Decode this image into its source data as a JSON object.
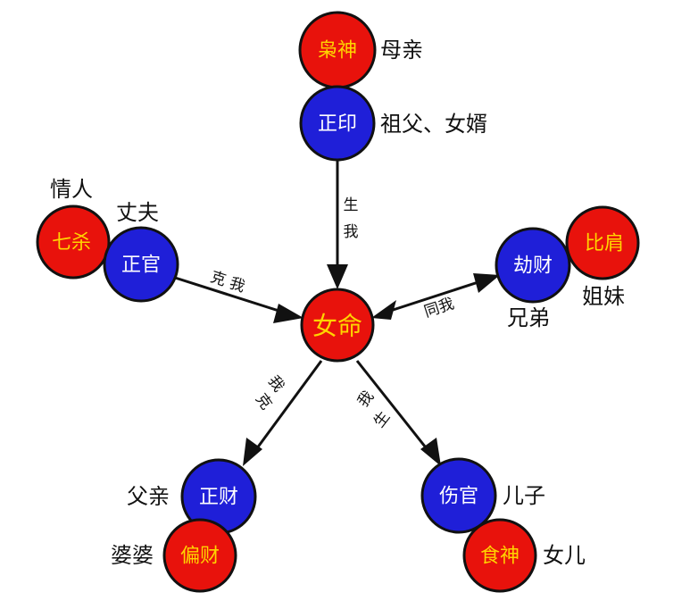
{
  "colors": {
    "red": "#e8120c",
    "blue": "#1f1fd8",
    "yellow_text": "#ffd400",
    "white_text": "#ffffff",
    "stroke": "#111111"
  },
  "nodes": {
    "center": "女命",
    "xiaoshen": "枭神",
    "zhengyin": "正印",
    "qisha": "七杀",
    "zhengguan": "正官",
    "jiecai": "劫财",
    "bijian": "比肩",
    "zhengcai": "正财",
    "piancai": "偏财",
    "shangguan": "伤官",
    "shishen": "食神"
  },
  "relations": {
    "mother": "母亲",
    "grandfather_soninlaw": "祖父、女婿",
    "lover": "情人",
    "husband": "丈夫",
    "brother": "兄弟",
    "sister": "姐妹",
    "father": "父亲",
    "motherinlaw": "婆婆",
    "son": "儿子",
    "daughter": "女儿"
  },
  "edges": {
    "sheng_wo_1": "生",
    "sheng_wo_2": "我",
    "ke_wo": "克 我",
    "tong_wo": "同我",
    "wo_ke_1": "我",
    "wo_ke_2": "克",
    "wo_sheng_1": "我",
    "wo_sheng_2": "生"
  }
}
